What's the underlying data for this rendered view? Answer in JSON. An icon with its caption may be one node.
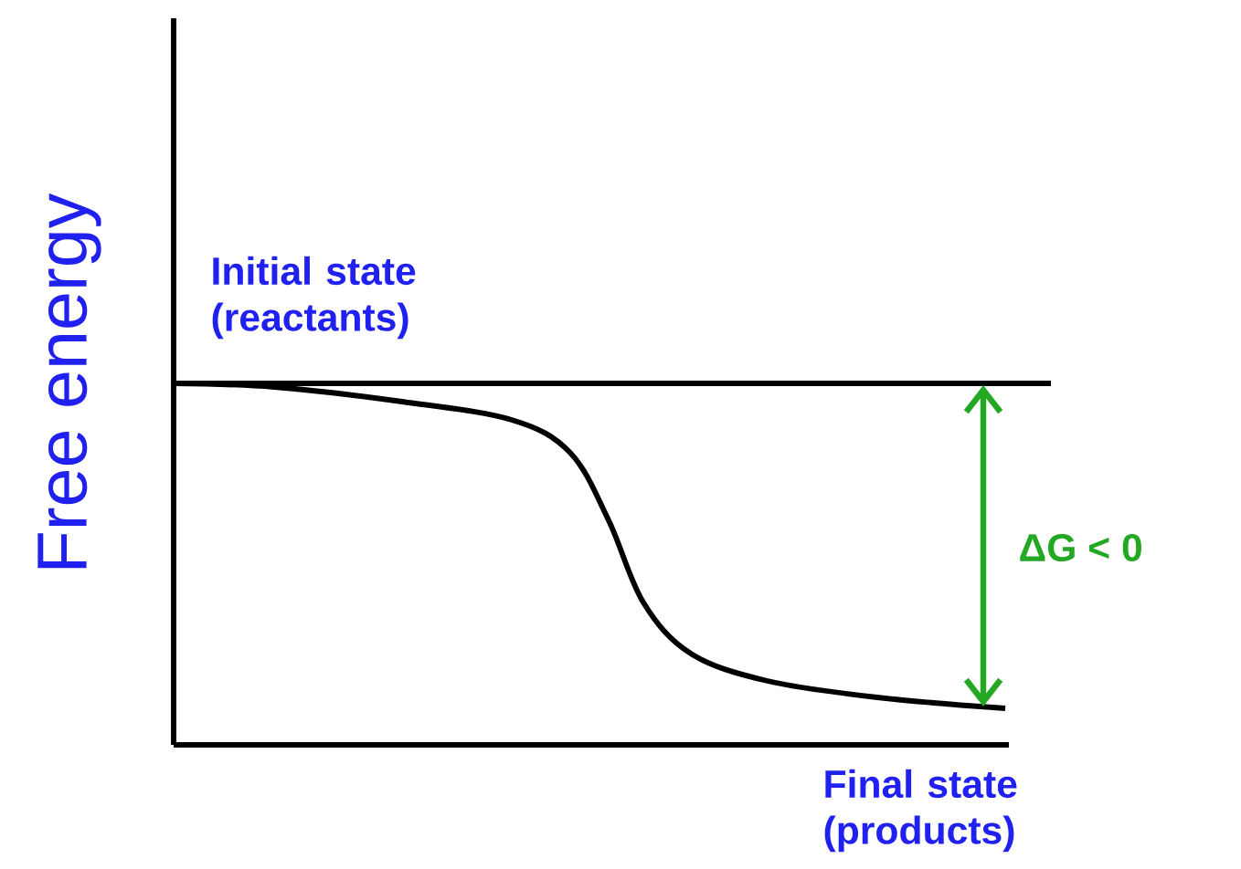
{
  "diagram": {
    "labels": [
      "Free energy",
      "Initial state (reactants)",
      "ΔG < 0",
      "Final state (products)"
    ]
  }
}
